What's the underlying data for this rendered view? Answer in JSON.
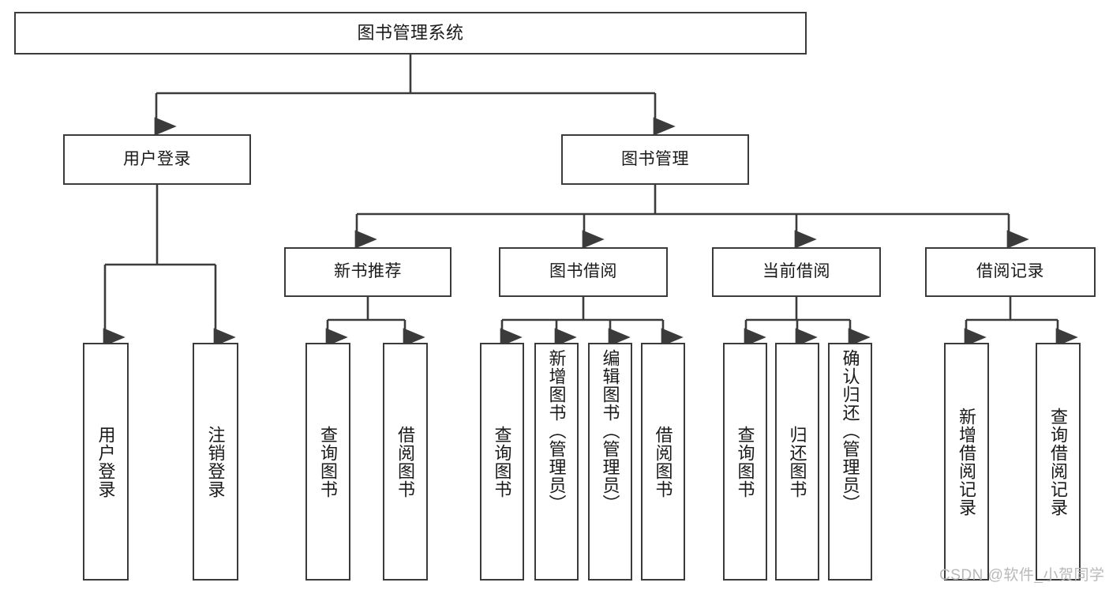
{
  "diagram": {
    "title": "图书管理系统",
    "type": "hierarchy-tree",
    "background": "#ffffff",
    "line_color": "#3b3b3b",
    "box_border_color": "#3b3b3b",
    "text_color": "#1a1a1a"
  },
  "root": {
    "label": "图书管理系统"
  },
  "level2": [
    {
      "label": "用户登录"
    },
    {
      "label": "图书管理"
    }
  ],
  "level3": [
    {
      "label": "新书推荐"
    },
    {
      "label": "图书借阅"
    },
    {
      "label": "当前借阅"
    },
    {
      "label": "借阅记录"
    }
  ],
  "leaves": {
    "user_login": [
      {
        "label": "用户登录"
      },
      {
        "label": "注销登录"
      }
    ],
    "new_book_recommend": [
      {
        "label": "查询图书"
      },
      {
        "label": "借阅图书"
      }
    ],
    "book_borrow": [
      {
        "label": "查询图书"
      },
      {
        "label": "新增图书（管理员）"
      },
      {
        "label": "编辑图书（管理员）"
      },
      {
        "label": "借阅图书"
      }
    ],
    "current_borrow": [
      {
        "label": "查询图书"
      },
      {
        "label": "归还图书"
      },
      {
        "label": "确认归还（管理员）"
      }
    ],
    "borrow_records": [
      {
        "label": "新增借阅记录"
      },
      {
        "label": "查询借阅记录"
      }
    ]
  },
  "watermark": {
    "text": "CSDN @软件_小贺同学"
  }
}
